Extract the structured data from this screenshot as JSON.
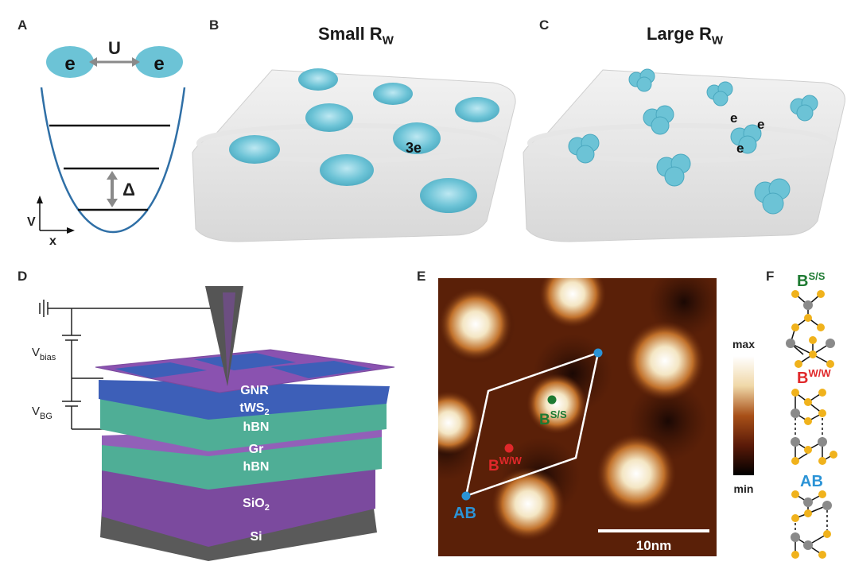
{
  "panels": {
    "A": {
      "label": "A",
      "electron_left": "e",
      "electron_right": "e",
      "interaction": "U",
      "gap": "Δ",
      "axis_y": "V",
      "axis_x": "x",
      "colors": {
        "electron": "#6cc3d6",
        "parabola": "#2f6fa6",
        "arrow": "#8a8a8a"
      }
    },
    "B": {
      "label": "B",
      "title": "Small R",
      "title_sub": "W",
      "annotation": "3e"
    },
    "C": {
      "label": "C",
      "title": "Large R",
      "title_sub": "W",
      "annotations": [
        "e",
        "e",
        "e"
      ]
    },
    "D": {
      "label": "D",
      "v_bias": "V",
      "v_bias_sub": "bias",
      "v_bg": "V",
      "v_bg_sub": "BG",
      "layers": {
        "gnr": "GNR",
        "tws2": "tWS",
        "tws2_sub": "2",
        "hbn_top": "hBN",
        "gr": "Gr",
        "hbn_bottom": "hBN",
        "sio2": "SiO",
        "sio2_sub": "2",
        "si": "Si"
      },
      "colors": {
        "purple": "#7b4a9e",
        "teal": "#4fae96",
        "blue": "#3d5fb8",
        "gray": "#5a5a5a"
      }
    },
    "E": {
      "label": "E",
      "sites": {
        "bss": "B",
        "bss_sup": "S/S",
        "bww": "B",
        "bww_sup": "W/W",
        "ab": "AB"
      },
      "scale_bar": "10nm",
      "colorbar_max": "max",
      "colorbar_min": "min",
      "colors": {
        "bss": "#1e7a32",
        "bww": "#e0282a",
        "ab": "#2b93d6"
      }
    },
    "F": {
      "label": "F",
      "structures": [
        {
          "name": "B",
          "sup": "S/S",
          "color": "#1e7a32"
        },
        {
          "name": "B",
          "sup": "W/W",
          "color": "#e0282a"
        },
        {
          "name": "AB",
          "sup": "",
          "color": "#2b93d6"
        }
      ],
      "atom_colors": {
        "gold": "#f0b21c",
        "gray": "#8a8a8a"
      }
    }
  }
}
